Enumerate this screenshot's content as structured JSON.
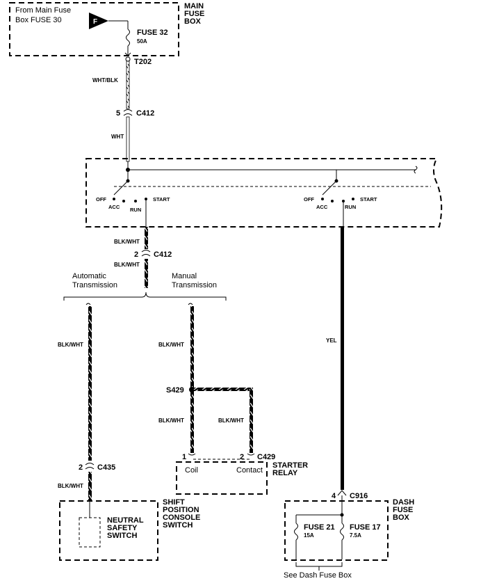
{
  "main_fuse_box": {
    "source_line1": "From Main Fuse",
    "source_line2_a": "Box",
    "source_line2_b": "FUSE 30",
    "source_tag": "F",
    "title": [
      "MAIN",
      "FUSE",
      "BOX"
    ],
    "fuse_name": "FUSE 32",
    "fuse_rating": "50A",
    "terminal": "T202"
  },
  "wires": {
    "wht_blk": "WHT/BLK",
    "wht": "WHT",
    "blk_wht_a": "BLK/WHT",
    "blk_wht_b": "BLK/WHT",
    "blk_wht_auto": "BLK/WHT",
    "blk_wht_manual": "BLK/WHT",
    "blk_wht_coil": "BLK/WHT",
    "blk_wht_contact": "BLK/WHT",
    "blk_wht_neutral": "BLK/WHT",
    "yel": "YEL"
  },
  "connectors": {
    "c412_top_pin": "5",
    "c412_top": "C412",
    "c412_bottom_pin": "2",
    "c412_bottom": "C412",
    "c435_pin": "2",
    "c435": "C435",
    "c429_pin_coil": "1",
    "c429_pin_contact": "2",
    "c429": "C429",
    "c916_pin": "4",
    "c916": "C916",
    "splice": "S429"
  },
  "ignition_switch": {
    "left": {
      "off": "OFF",
      "acc": "ACC",
      "run": "RUN",
      "start": "START"
    },
    "right": {
      "off": "OFF",
      "acc": "ACC",
      "run": "RUN",
      "start": "START"
    }
  },
  "branches": {
    "automatic": [
      "Automatic",
      "Transmission"
    ],
    "manual": [
      "Manual",
      "Transmission"
    ]
  },
  "starter_relay": {
    "title": [
      "STARTER",
      "RELAY"
    ],
    "coil": "Coil",
    "contact": "Contact"
  },
  "shift_position": {
    "title": [
      "SHIFT",
      "POSITION",
      "CONSOLE",
      "SWITCH"
    ],
    "switch": [
      "NEUTRAL",
      "SAFETY",
      "SWITCH"
    ]
  },
  "dash_fuse_box": {
    "title": [
      "DASH",
      "FUSE",
      "BOX"
    ],
    "fuse21_name": "FUSE 21",
    "fuse21_rating": "15A",
    "fuse17_name": "FUSE 17",
    "fuse17_rating": "7.5A",
    "note": "See Dash Fuse Box"
  },
  "colors": {
    "ink": "#000000",
    "paper": "#ffffff"
  }
}
